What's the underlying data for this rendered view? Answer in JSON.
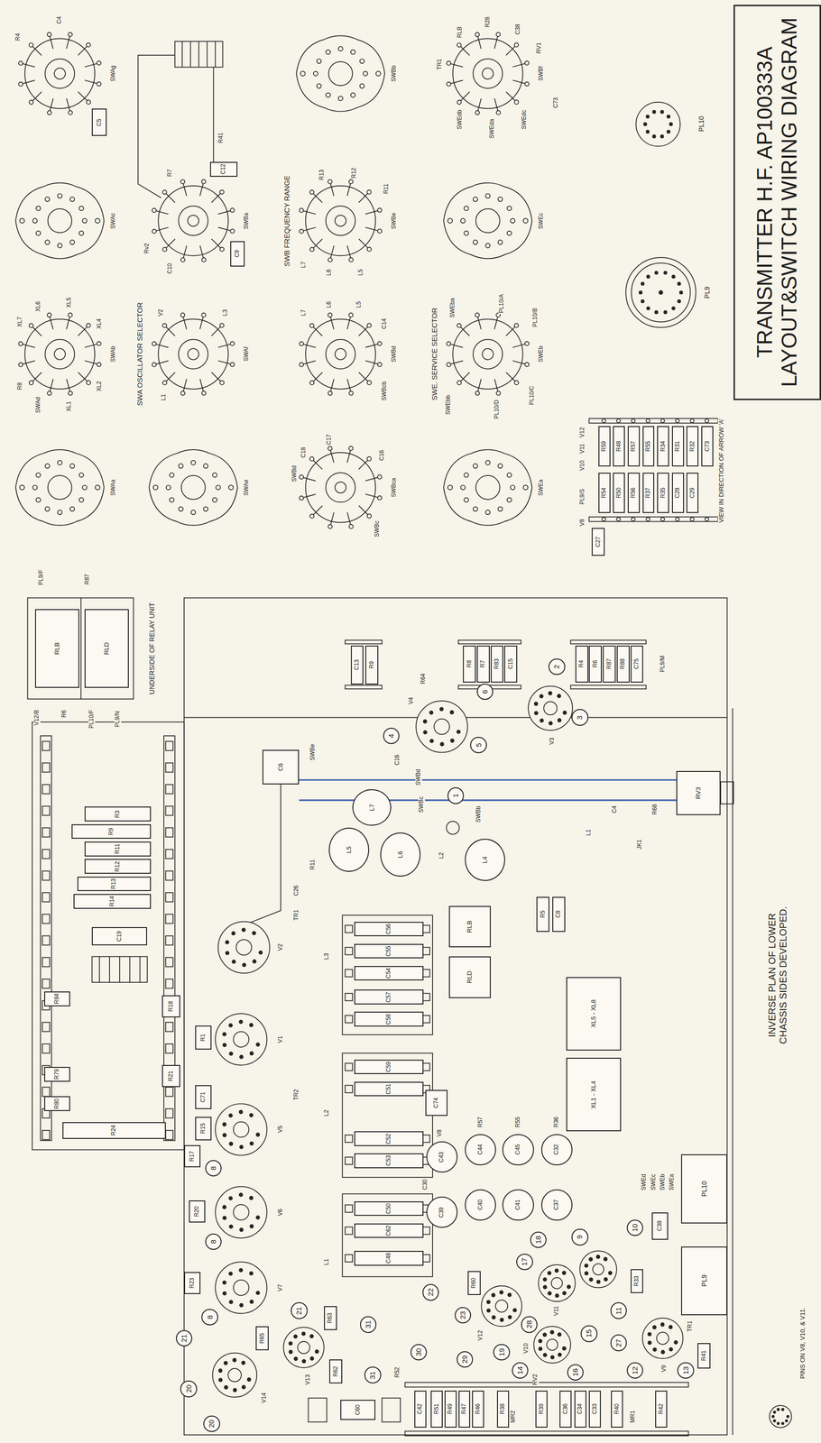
{
  "diagram": {
    "nodes": [
      {
        "text": [
          "TRANSMITTER H.F. AP100333A",
          "LAYOUT&SWITCH WIRING DIAGRAM"
        ]
      },
      {
        "text": [
          "RLB"
        ]
      },
      {
        "text": [
          "RLD"
        ]
      },
      {
        "text": [
          "C5"
        ]
      },
      {
        "text": [
          "C12"
        ]
      },
      {
        "text": [
          "C9"
        ]
      },
      {
        "text": [
          "C6"
        ]
      },
      {
        "text": [
          "C13"
        ]
      },
      {
        "text": [
          "R9"
        ]
      },
      {
        "text": [
          "R8"
        ]
      },
      {
        "text": [
          "R7"
        ]
      },
      {
        "text": [
          "R83"
        ]
      },
      {
        "text": [
          "C15"
        ]
      },
      {
        "text": [
          "R4"
        ]
      },
      {
        "text": [
          "R6"
        ]
      },
      {
        "text": [
          "R87"
        ]
      },
      {
        "text": [
          "R88"
        ]
      },
      {
        "text": [
          "C75"
        ]
      },
      {
        "text": [
          "RV3"
        ]
      },
      {
        "text": [
          "L7"
        ]
      },
      {
        "text": [
          "L5"
        ]
      },
      {
        "text": [
          "L6"
        ]
      },
      {
        "text": [
          "L4"
        ]
      },
      {
        "text": [
          "R3"
        ]
      },
      {
        "text": [
          "R9"
        ]
      },
      {
        "text": [
          "R11"
        ]
      },
      {
        "text": [
          "R12"
        ]
      },
      {
        "text": [
          "R13"
        ]
      },
      {
        "text": [
          "R14"
        ]
      },
      {
        "text": [
          "C19"
        ]
      },
      {
        "text": [
          "R84"
        ]
      },
      {
        "text": [
          "R18"
        ]
      },
      {
        "text": [
          "R79"
        ]
      },
      {
        "text": [
          "R21"
        ]
      },
      {
        "text": [
          "R80"
        ]
      },
      {
        "text": [
          "R24"
        ]
      },
      {
        "text": [
          "R1"
        ]
      },
      {
        "text": [
          "C71"
        ]
      },
      {
        "text": [
          "R15"
        ]
      },
      {
        "text": [
          "R17"
        ]
      },
      {
        "text": [
          "R20"
        ]
      },
      {
        "text": [
          "R23"
        ]
      },
      {
        "text": [
          "C56"
        ]
      },
      {
        "text": [
          "C55"
        ]
      },
      {
        "text": [
          "C54"
        ]
      },
      {
        "text": [
          "C57"
        ]
      },
      {
        "text": [
          "C58"
        ]
      },
      {
        "text": [
          "C59"
        ]
      },
      {
        "text": [
          "C51"
        ]
      },
      {
        "text": [
          "C52"
        ]
      },
      {
        "text": [
          "C53"
        ]
      },
      {
        "text": [
          "C50"
        ]
      },
      {
        "text": [
          "C62"
        ]
      },
      {
        "text": [
          "C48"
        ]
      },
      {
        "text": [
          "C74"
        ]
      },
      {
        "text": [
          "RLB"
        ]
      },
      {
        "text": [
          "RLD"
        ]
      },
      {
        "text": [
          "R5"
        ]
      },
      {
        "text": [
          "C8"
        ]
      },
      {
        "text": [
          "XL5 - XL8"
        ]
      },
      {
        "text": [
          "XL1 - XL4"
        ]
      },
      {
        "text": [
          "C43"
        ]
      },
      {
        "text": [
          "C44"
        ]
      },
      {
        "text": [
          "C45"
        ]
      },
      {
        "text": [
          "C32"
        ]
      },
      {
        "text": [
          "C39"
        ]
      },
      {
        "text": [
          "C40"
        ]
      },
      {
        "text": [
          "C41"
        ]
      },
      {
        "text": [
          "C37"
        ]
      },
      {
        "text": [
          "C38"
        ]
      },
      {
        "text": [
          "PL10"
        ]
      },
      {
        "text": [
          "PL9"
        ]
      },
      {
        "text": [
          "R33"
        ]
      },
      {
        "text": [
          "R41"
        ]
      },
      {
        "text": [
          "R65"
        ]
      },
      {
        "text": [
          "R63"
        ]
      },
      {
        "text": [
          "R62"
        ]
      },
      {
        "text": [
          "R60"
        ]
      },
      {
        "text": [
          "C42"
        ]
      },
      {
        "text": [
          "R51"
        ]
      },
      {
        "text": [
          "R49"
        ]
      },
      {
        "text": [
          "R47"
        ]
      },
      {
        "text": [
          "R46"
        ]
      },
      {
        "text": [
          "R38"
        ]
      },
      {
        "text": [
          "R39"
        ]
      },
      {
        "text": [
          "C36"
        ]
      },
      {
        "text": [
          "C34"
        ]
      },
      {
        "text": [
          "C33"
        ]
      },
      {
        "text": [
          "R40"
        ]
      },
      {
        "text": [
          "R42"
        ]
      },
      {
        "text": [
          "C60"
        ]
      },
      {
        "text": [
          "R59"
        ]
      },
      {
        "text": [
          "R54"
        ]
      },
      {
        "text": [
          "R48"
        ]
      },
      {
        "text": [
          "R50"
        ]
      },
      {
        "text": [
          "R57"
        ]
      },
      {
        "text": [
          "R56"
        ]
      },
      {
        "text": [
          "R55"
        ]
      },
      {
        "text": [
          "R37"
        ]
      },
      {
        "text": [
          "R34"
        ]
      },
      {
        "text": [
          "R35"
        ]
      },
      {
        "text": [
          "R31"
        ]
      },
      {
        "text": [
          "C28"
        ]
      },
      {
        "text": [
          "R32"
        ]
      },
      {
        "text": [
          "C29"
        ]
      },
      {
        "text": [
          "C73"
        ]
      },
      {
        "text": [
          "C27"
        ]
      },
      {
        "text": [
          "1"
        ]
      },
      {
        "text": [
          "2"
        ]
      },
      {
        "text": [
          "3"
        ]
      },
      {
        "text": [
          "4"
        ]
      },
      {
        "text": [
          "5"
        ]
      },
      {
        "text": [
          "6"
        ]
      },
      {
        "text": [
          "8"
        ]
      },
      {
        "text": [
          "8"
        ]
      },
      {
        "text": [
          "8"
        ]
      },
      {
        "text": [
          "21"
        ]
      },
      {
        "text": [
          "21"
        ]
      },
      {
        "text": [
          "20"
        ]
      },
      {
        "text": [
          "20"
        ]
      },
      {
        "text": [
          "31"
        ]
      },
      {
        "text": [
          "31"
        ]
      },
      {
        "text": [
          "30"
        ]
      },
      {
        "text": [
          "22"
        ]
      },
      {
        "text": [
          "23"
        ]
      },
      {
        "text": [
          "29"
        ]
      },
      {
        "text": [
          "19"
        ]
      },
      {
        "text": [
          "17"
        ]
      },
      {
        "text": [
          "18"
        ]
      },
      {
        "text": [
          "28"
        ]
      },
      {
        "text": [
          "14"
        ]
      },
      {
        "text": [
          "16"
        ]
      },
      {
        "text": [
          "15"
        ]
      },
      {
        "text": [
          "11"
        ]
      },
      {
        "text": [
          "27"
        ]
      },
      {
        "text": [
          "12"
        ]
      },
      {
        "text": [
          "9"
        ]
      },
      {
        "text": [
          "10"
        ]
      },
      {
        "text": [
          "13"
        ]
      }
    ],
    "labels": [
      "SWAg",
      "R4",
      "C4",
      "SWAc",
      "SWAb",
      "XL7",
      "XL6",
      "XL5",
      "XL4",
      "XL2",
      "XL1",
      "R8",
      "SWAd",
      "SWAa",
      "SWA OSCILLATOR SELECTOR",
      "R41",
      "R7",
      "Rv2",
      "C10",
      "SWBa",
      "V2",
      "L3",
      "L1",
      "SWAf",
      "SWAe",
      "SWB FREQUENCY RANGE",
      "SWBb",
      "R13",
      "R12",
      "R11",
      "L7",
      "L6",
      "L5",
      "SWBe",
      "L7",
      "L6",
      "L5",
      "C14",
      "SWBcb",
      "SWBd",
      "C17",
      "C18",
      "C16",
      "SWBd",
      "SWBc",
      "SWBca",
      "SWE. SERVICE SELECTOR",
      "RLB",
      "R28",
      "C38",
      "RV1",
      "TR1",
      "SWEdb",
      "SWEda",
      "SWEdc",
      "C73",
      "SWBf",
      "SWEc",
      "PL10/A",
      "PL10/B",
      "SWEba",
      "SWEbb",
      "PL10/C",
      "PL10/D",
      "SWEb",
      "SWEa",
      "PL10",
      "PL9",
      "V12",
      "V11",
      "V10",
      "PL9/S",
      "V8",
      "VIEW IN DIRECTION OF ARROW 'A'",
      "PL9/F",
      "R87",
      "V12/B",
      "R6",
      "PL10/F",
      "PL9/N",
      "UNDERSIDE OF RELAY UNIT",
      "PL9/M",
      "SWBe",
      "C16",
      "R64",
      "V4",
      "SWBd",
      "SWBc",
      "SWBb",
      "L2",
      "V3",
      "R68",
      "L1",
      "C4",
      "JK1",
      "R11",
      "C26",
      "TR1",
      "L3",
      "TR2",
      "L2",
      "L1",
      "V2",
      "V1",
      "V5",
      "V6",
      "V7",
      "V8",
      "R57",
      "R55",
      "R36",
      "C30",
      "SWEd",
      "SWEc",
      "SWEb",
      "SWEa",
      "TR1",
      "V9",
      "V14",
      "V13",
      "V12",
      "V11",
      "V10",
      "R52",
      "RV2",
      "MR2",
      "MR1",
      "INVERSE PLAN OF LOWER CHASSIS SIDES DEVELOPED.",
      "PINS ON V8, V10, & V11."
    ]
  }
}
